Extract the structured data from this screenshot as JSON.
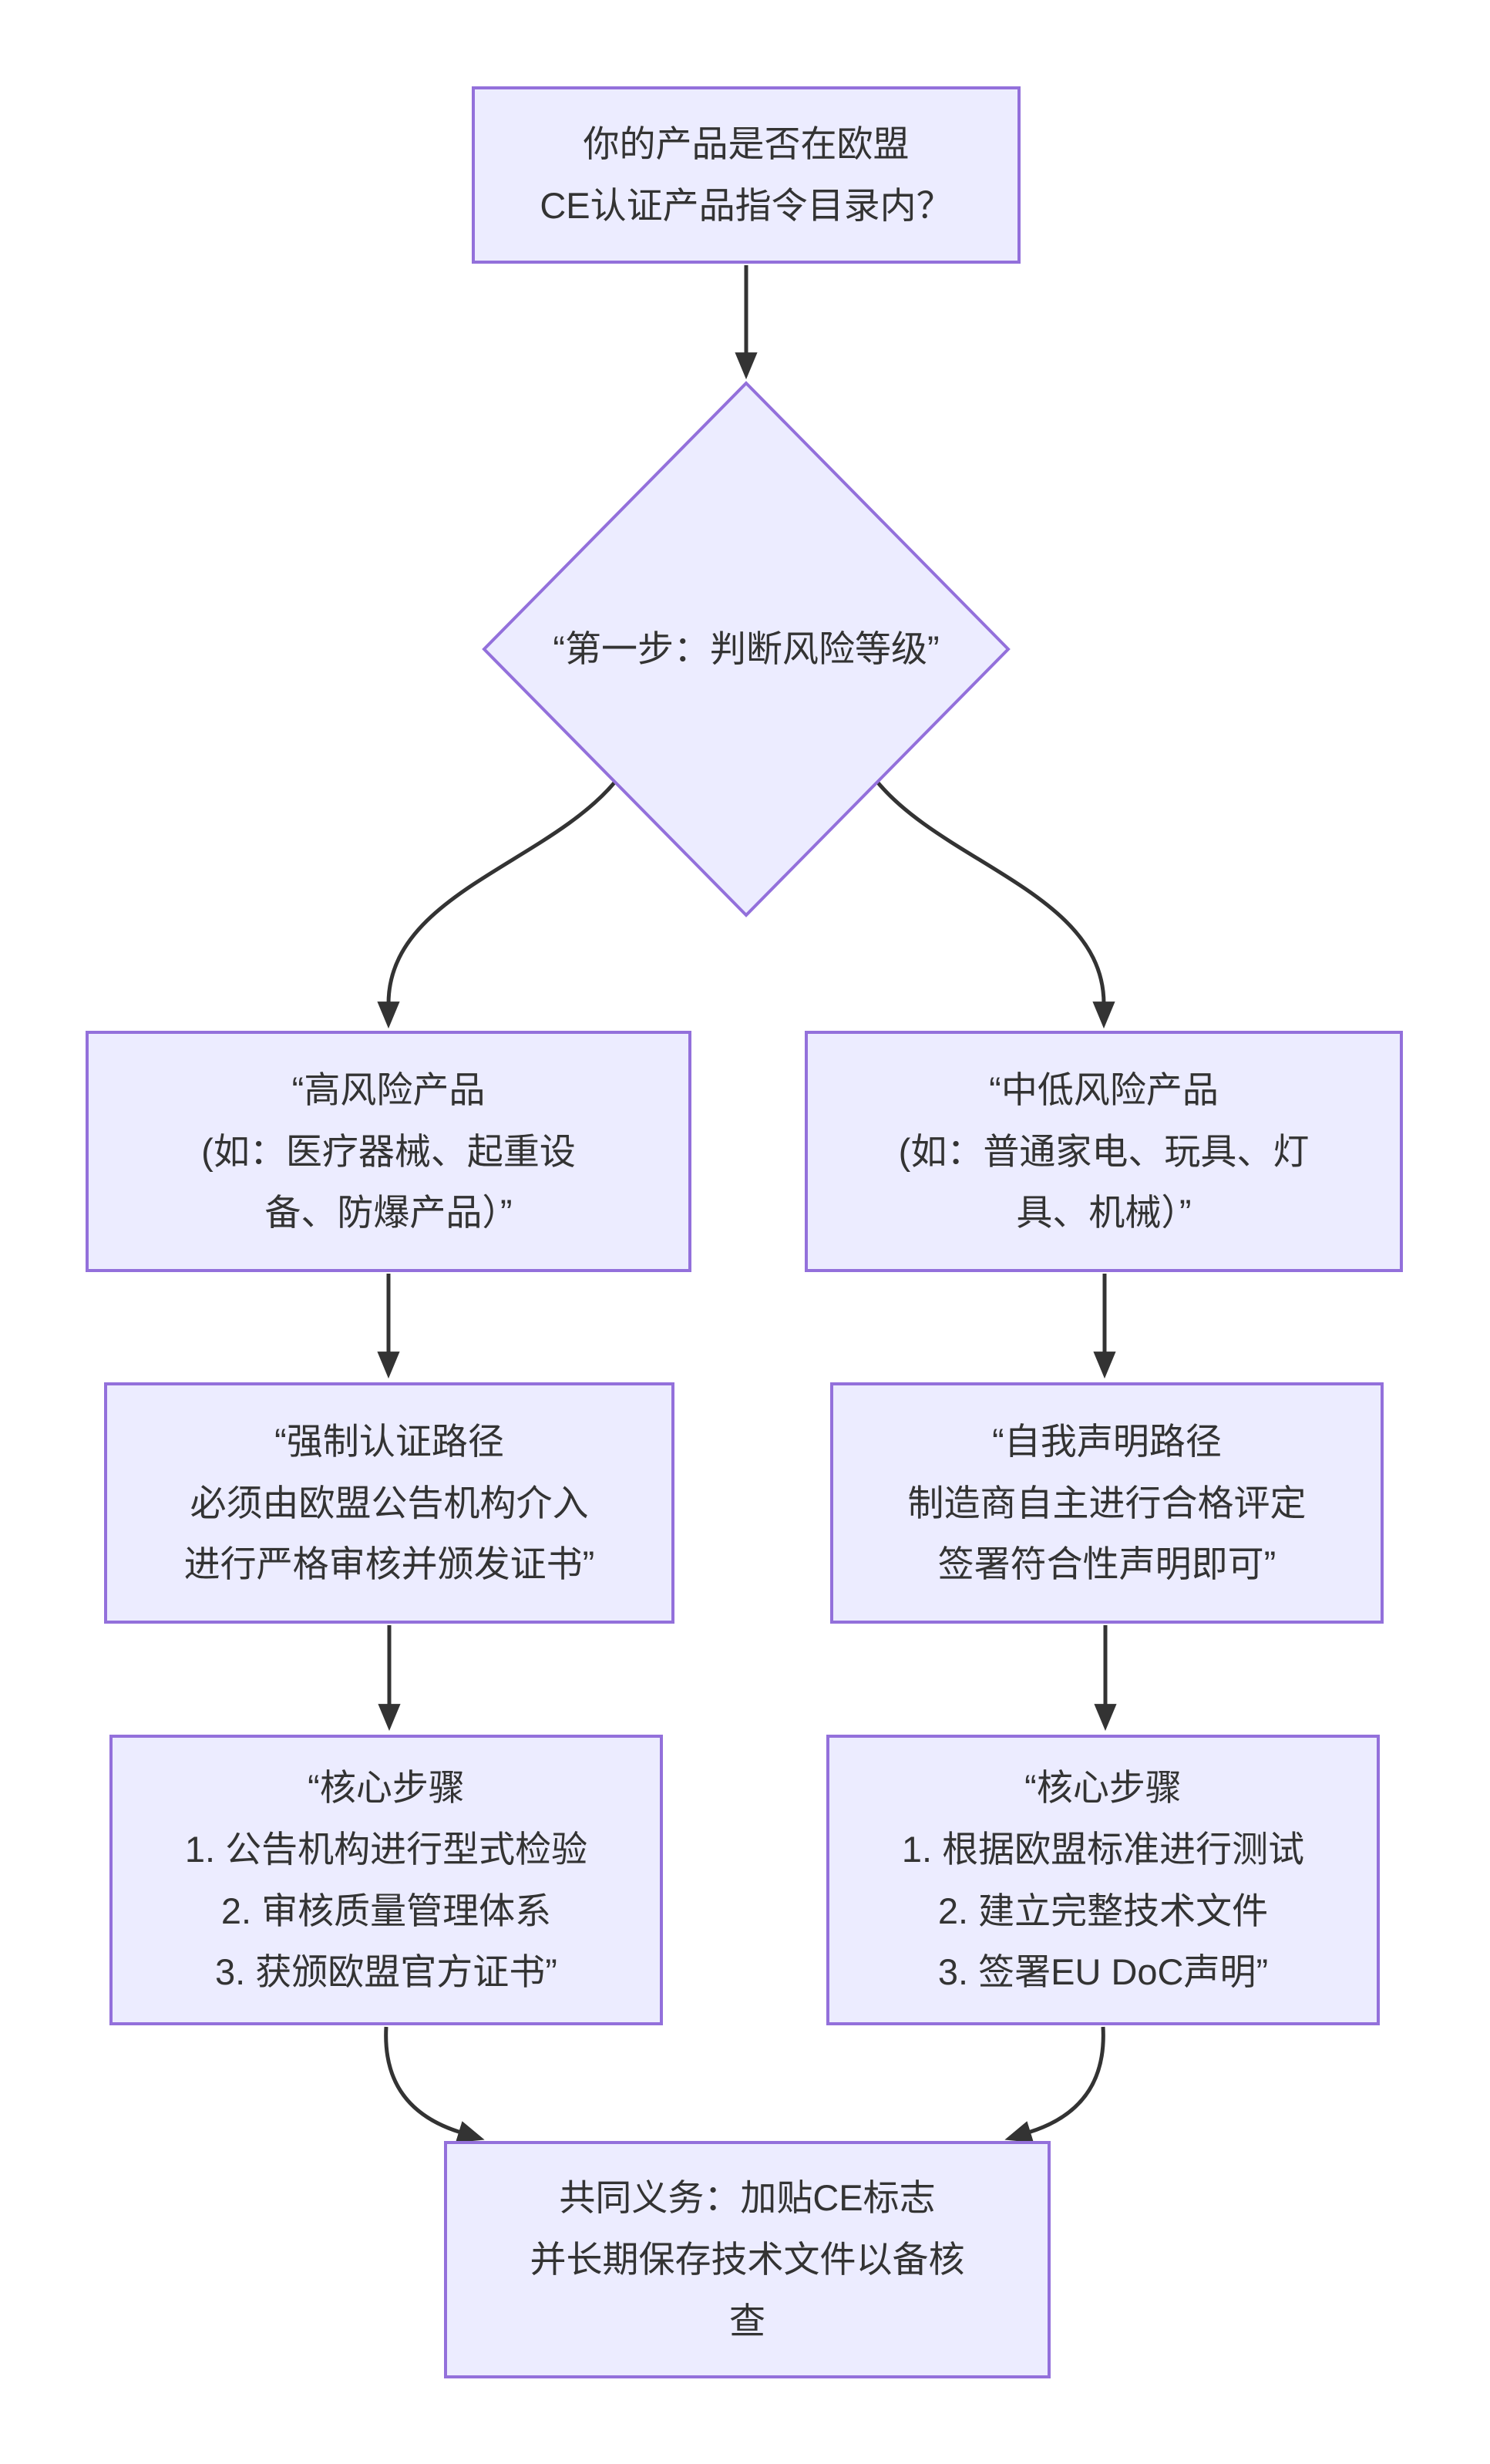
{
  "diagram": {
    "type": "flowchart",
    "direction": "top-down",
    "colors": {
      "background": "#FFFFFF",
      "node_fill": "#ECECFF",
      "node_border": "#9370DB",
      "edge": "#333333",
      "text": "#333333"
    },
    "nodes": {
      "start": {
        "shape": "rectangle",
        "lines": [
          "你的产品是否在欧盟",
          "CE认证产品指令目录内？"
        ]
      },
      "decision": {
        "shape": "diamond",
        "lines": [
          "“第一步：判断风险等级”"
        ]
      },
      "high_risk": {
        "shape": "rectangle",
        "lines": [
          "“高风险产品",
          "(如：医疗器械、起重设",
          "备、防爆产品）”"
        ]
      },
      "low_risk": {
        "shape": "rectangle",
        "lines": [
          "“中低风险产品",
          "(如：普通家电、玩具、灯",
          "具、机械）”"
        ]
      },
      "mandatory_path": {
        "shape": "rectangle",
        "lines": [
          "“强制认证路径",
          "必须由欧盟公告机构介入",
          "进行严格审核并颁发证书”"
        ]
      },
      "self_declare_path": {
        "shape": "rectangle",
        "lines": [
          "“自我声明路径",
          "制造商自主进行合格评定",
          "签署符合性声明即可”"
        ]
      },
      "steps_high": {
        "shape": "rectangle",
        "lines": [
          "“核心步骤",
          "1. 公告机构进行型式检验",
          "2. 审核质量管理体系",
          "3. 获颁欧盟官方证书”"
        ]
      },
      "steps_low": {
        "shape": "rectangle",
        "lines": [
          "“核心步骤",
          "1. 根据欧盟标准进行测试",
          "2. 建立完整技术文件",
          "3. 签署EU DoC声明”"
        ]
      },
      "common_duty": {
        "shape": "rectangle",
        "lines": [
          "共同义务：加贴CE标志",
          "并长期保存技术文件以备核",
          "查"
        ]
      }
    },
    "edges": [
      {
        "from": "start",
        "to": "decision"
      },
      {
        "from": "decision",
        "to": "high_risk"
      },
      {
        "from": "decision",
        "to": "low_risk"
      },
      {
        "from": "high_risk",
        "to": "mandatory_path"
      },
      {
        "from": "low_risk",
        "to": "self_declare_path"
      },
      {
        "from": "mandatory_path",
        "to": "steps_high"
      },
      {
        "from": "self_declare_path",
        "to": "steps_low"
      },
      {
        "from": "steps_high",
        "to": "common_duty"
      },
      {
        "from": "steps_low",
        "to": "common_duty"
      }
    ]
  }
}
